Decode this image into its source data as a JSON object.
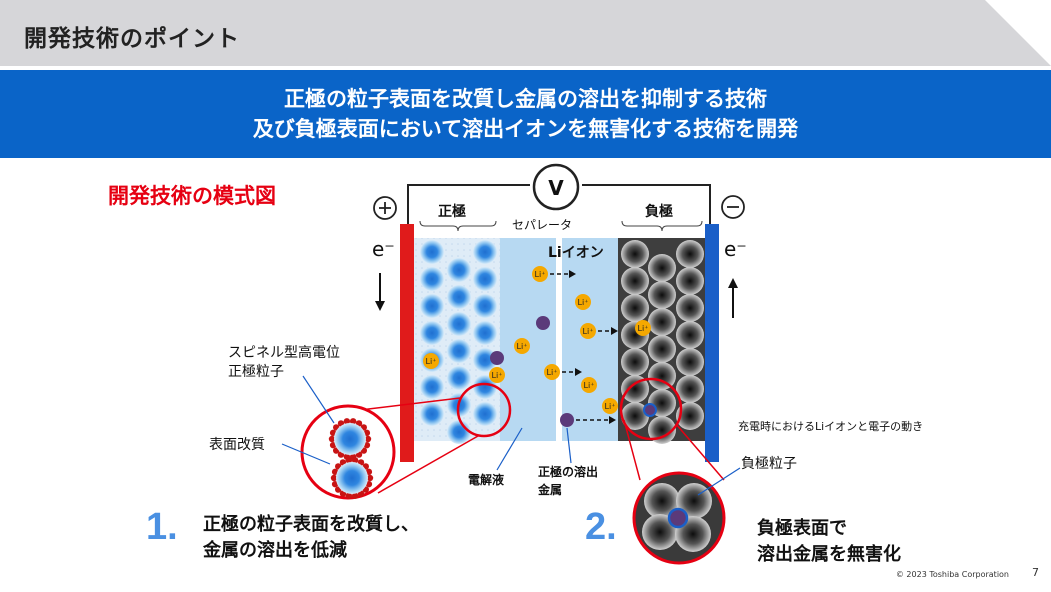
{
  "header": {
    "title": "開発技術のポイント"
  },
  "banner": {
    "line1": "正極の粒子表面を改質し金属の溶出を抑制する技術",
    "line2": "及び負極表面において溶出イオンを無害化する技術を開発"
  },
  "diagram": {
    "label": "開発技術の模式図",
    "voltmeter": "V",
    "plus_terminal": "+",
    "minus_terminal": "−",
    "electron_left": "e⁻",
    "electron_right": "e⁻",
    "cathode_label": "正極",
    "anode_label": "負極",
    "separator_label": "セパレータ",
    "li_ion_label": "Liイオン",
    "li_badge": "Li⁺",
    "spinel_label_1": "スピネル型高電位",
    "spinel_label_2": "正極粒子",
    "surface_mod_label": "表面改質",
    "electrolyte_label": "電解液",
    "dissolved_metal_1": "正極の溶出",
    "dissolved_metal_2": "金属",
    "anode_particle_label": "負極粒子",
    "charging_note": "充電時におけるLiイオンと電子の動き",
    "colors": {
      "cathode_collector": "#e01b1b",
      "anode_collector": "#1a5fc8",
      "electrolyte": "#b7d9f2",
      "li_ion": "#f5a800",
      "metal_ion": "#5b3a7a",
      "highlight": "#e60012"
    }
  },
  "points": [
    {
      "num": "1.",
      "line1": "正極の粒子表面を改質し、",
      "line2": "金属の溶出を低減"
    },
    {
      "num": "2.",
      "line1": "負極表面で",
      "line2": "溶出金属を無害化"
    }
  ],
  "footer": {
    "copyright": "© 2023 Toshiba Corporation",
    "page": "7"
  }
}
